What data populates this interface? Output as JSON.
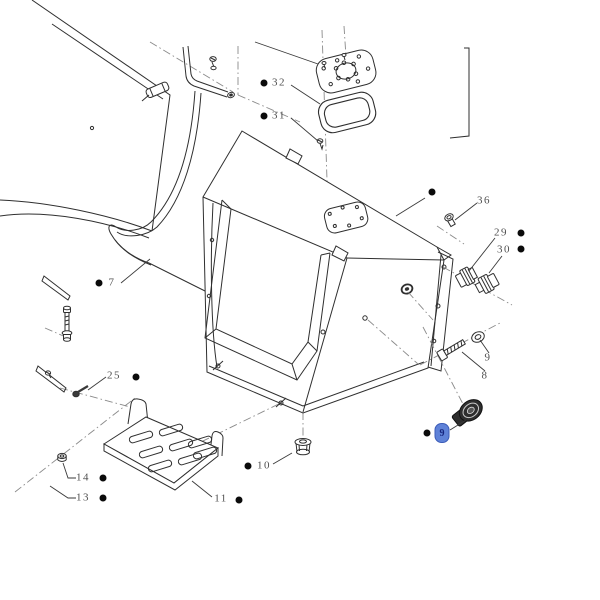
{
  "diagram": {
    "type": "exploded-parts-diagram",
    "background": "#ffffff",
    "line_color": "#2f2f2f",
    "centerline_color": "#8a8a8a",
    "label_color": "#4f4f4f",
    "highlight": {
      "bg": "#5f82d8",
      "text": "#16267f"
    },
    "callouts": [
      {
        "id": "32",
        "label": "32",
        "has_dot": true,
        "highlighted": false
      },
      {
        "id": "31",
        "label": "31",
        "has_dot": true,
        "highlighted": false
      },
      {
        "id": "7",
        "label": "7",
        "has_dot": true,
        "highlighted": false
      },
      {
        "id": "36",
        "label": "36",
        "has_dot": false,
        "highlighted": false
      },
      {
        "id": "29",
        "label": "29",
        "has_dot": true,
        "highlighted": false
      },
      {
        "id": "30",
        "label": "30",
        "has_dot": true,
        "highlighted": false
      },
      {
        "id": "9-upper",
        "label": "9",
        "has_dot": false,
        "highlighted": false
      },
      {
        "id": "8",
        "label": "8",
        "has_dot": false,
        "highlighted": false
      },
      {
        "id": "25",
        "label": "25",
        "has_dot": true,
        "highlighted": false
      },
      {
        "id": "14",
        "label": "14",
        "has_dot": true,
        "highlighted": false
      },
      {
        "id": "13",
        "label": "13",
        "has_dot": true,
        "highlighted": false
      },
      {
        "id": "11",
        "label": "11",
        "has_dot": true,
        "highlighted": false
      },
      {
        "id": "10",
        "label": "10",
        "has_dot": true,
        "highlighted": false
      },
      {
        "id": "9-highlighted",
        "label": "9",
        "has_dot": true,
        "highlighted": true
      }
    ]
  }
}
